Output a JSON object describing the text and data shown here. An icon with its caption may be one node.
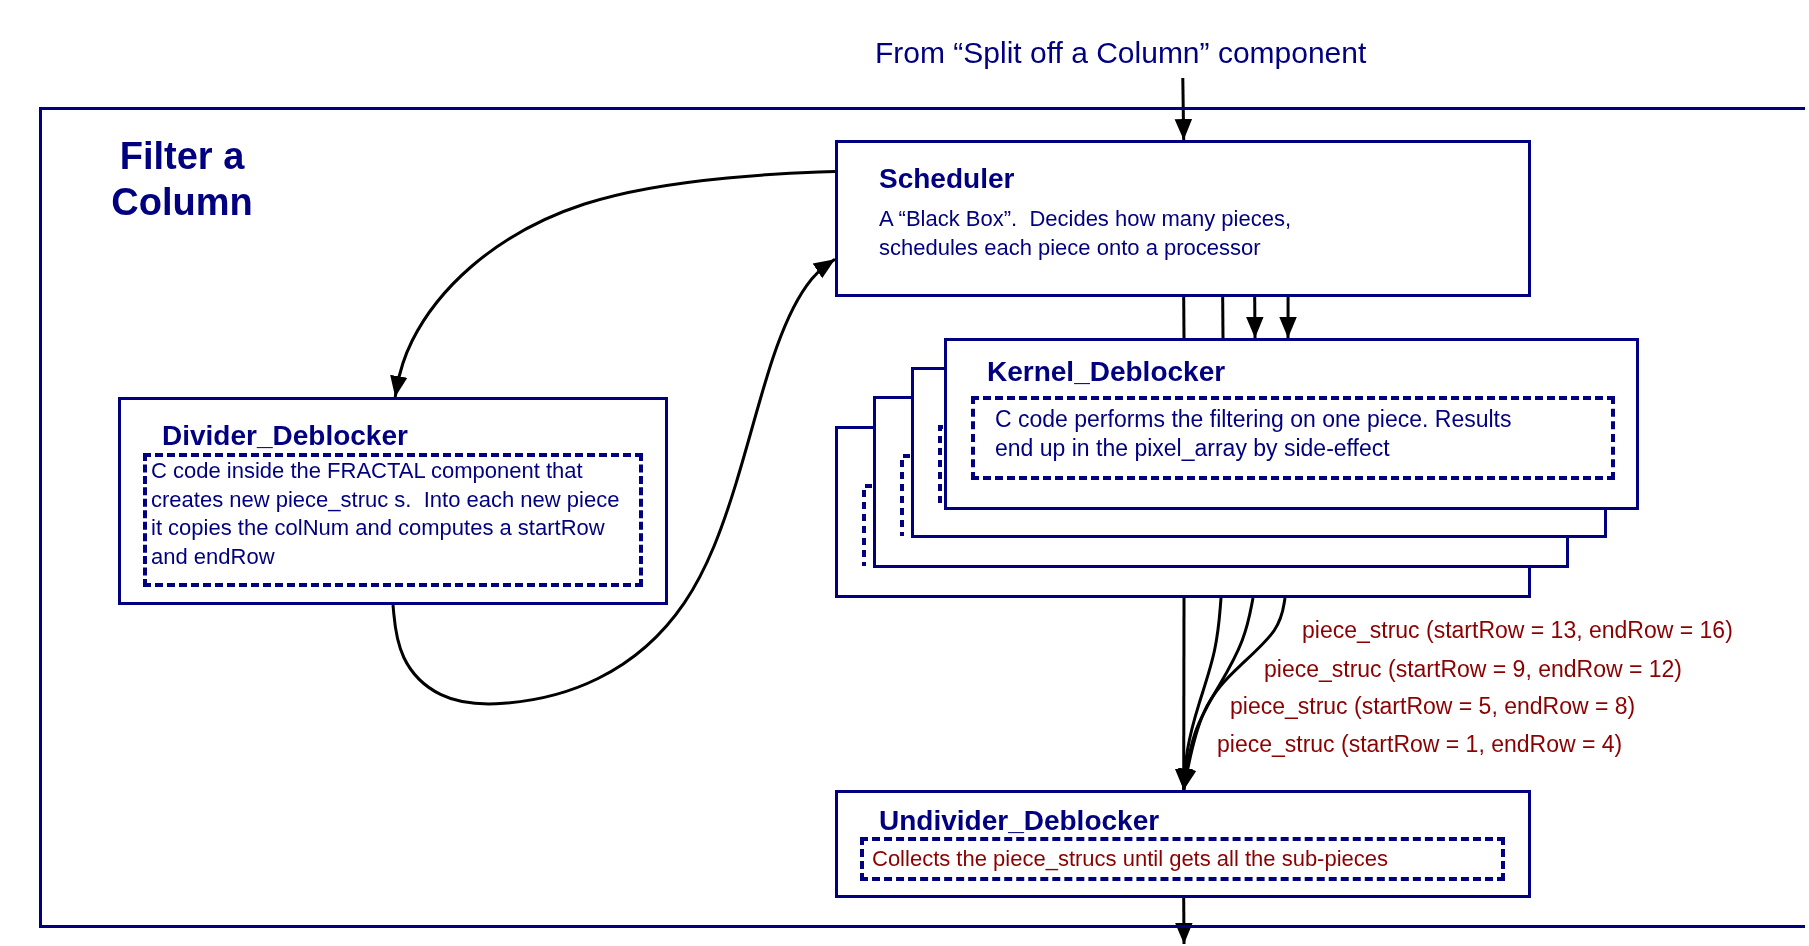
{
  "diagram": {
    "nodes": [
      {
        "text": [
          "From “Split off a Column” component"
        ]
      },
      {
        "text": [
          "Filter a Column"
        ]
      },
      {
        "text": [
          "Scheduler",
          "A “Black Box”.  Decides how many pieces, schedules each piece onto a processor"
        ],
        "in": 1
      },
      {
        "text": [
          "Divider_Deblocker"
        ],
        "in": 1
      },
      {
        "text": [
          "C code inside the FRACTAL component that creates new piece_struc s.  Into each new piece it copies the colNum and computes a startRow and endRow"
        ],
        "in": 3
      },
      {
        "text": [
          "Kernel_Deblocker"
        ],
        "in": 1
      },
      {
        "text": [
          "C code performs the filtering on one piece. Results end up in the pixel_array by side-effect"
        ],
        "in": 5
      },
      {
        "text": [
          "Undivider_Deblocker"
        ],
        "in": 1
      },
      {
        "text": [
          "Collects the piece_strucs until gets all the sub-pieces"
        ],
        "in": 7
      }
    ],
    "edges": [
      {
        "from": 0,
        "to": 2,
        "arrow": "to"
      },
      {
        "from": 2,
        "to": 3,
        "arrow": "to"
      },
      {
        "from": 3,
        "to": 2,
        "arrow": "to"
      },
      {
        "from": 2,
        "to": 5,
        "arrow": "none"
      },
      {
        "from": 2,
        "to": 5,
        "arrow": "none"
      },
      {
        "from": 2,
        "to": 5,
        "arrow": "to"
      },
      {
        "from": 2,
        "to": 5,
        "arrow": "to"
      },
      {
        "from": 5,
        "to": 7,
        "arrow": "to",
        "label": "piece_struc (startRow = 1, endRow = 4)"
      },
      {
        "from": 5,
        "to": 7,
        "arrow": "to",
        "label": "piece_struc (startRow = 5, endRow = 8)"
      },
      {
        "from": 5,
        "to": 7,
        "arrow": "to",
        "label": "piece_struc (startRow = 9, endRow = 12)"
      },
      {
        "from": 5,
        "to": 7,
        "arrow": "to",
        "label": "piece_struc (startRow = 13, endRow = 16)"
      },
      {
        "from": 7,
        "to": null,
        "arrow": "to"
      }
    ]
  }
}
